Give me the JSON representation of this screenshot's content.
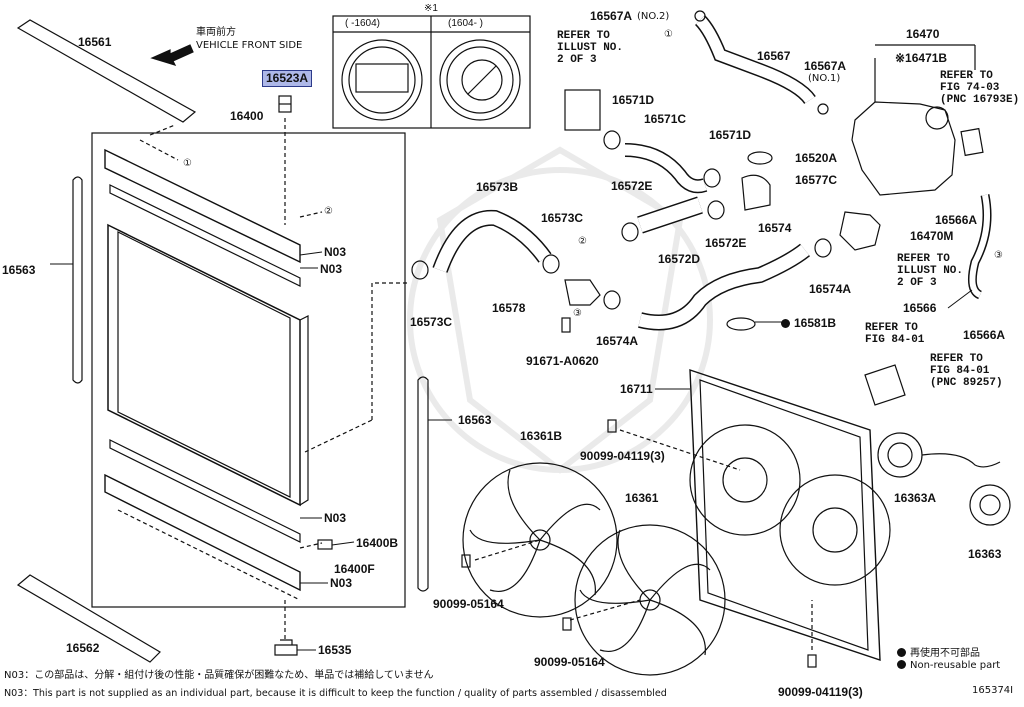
{
  "header": {
    "vehicle_front_jp": "車両前方",
    "vehicle_front_en": "VEHICLE FRONT SIDE",
    "inset_mark": "※1",
    "inset_col1": "( -1604)",
    "inset_col2": "(1604- )"
  },
  "parts": {
    "p16561": "16561",
    "p16523A": "16523A",
    "p16400": "16400",
    "p16563_left": "16563",
    "p16563_mid": "16563",
    "p16562": "16562",
    "p16535": "16535",
    "p16400B": "16400B",
    "p16400F": "16400F",
    "n03_1": "N03",
    "n03_2": "N03",
    "n03_3": "N03",
    "n03_4": "N03",
    "p16567A_no2": "16567A",
    "p16567A_no2_sub": "(NO.2)",
    "p16567": "16567",
    "p16567A_no1": "16567A",
    "p16567A_no1_sub": "(NO.1)",
    "p16470": "16470",
    "p16471B": "※16471B",
    "p16571D_a": "16571D",
    "p16571C": "16571C",
    "p16571D_b": "16571D",
    "p16520A": "16520A",
    "p16577C": "16577C",
    "p16573B": "16573B",
    "p16573C_a": "16573C",
    "p16572E_a": "16572E",
    "p16572E_b": "16572E",
    "p16572D": "16572D",
    "p16574": "16574",
    "p16566A_a": "16566A",
    "p16470M": "16470M",
    "p16573C_b": "16573C",
    "p16578": "16578",
    "p16574A_a": "16574A",
    "p16574A_b": "16574A",
    "p16581B": "16581B",
    "p16566": "16566",
    "p16566A_b": "16566A",
    "p91671": "91671-A0620",
    "p16711": "16711",
    "p16361B": "16361B",
    "p16361": "16361",
    "p90099_04119_a": "90099-04119(3)",
    "p90099_04119_b": "90099-04119(3)",
    "p90099_05164_a": "90099-05164",
    "p90099_05164_b": "90099-05164",
    "p16363A": "16363A",
    "p16363": "16363"
  },
  "refs": {
    "illust_top": "REFER TO\nILLUST NO.\n2 OF 3",
    "illust_mid": "REFER TO\nILLUST NO.\n2 OF 3",
    "fig74": "REFER TO\nFIG 74-03\n(PNC 16793E)",
    "fig84a": "REFER TO\nFIG 84-01",
    "fig84b": "REFER TO\nFIG 84-01\n(PNC 89257)"
  },
  "callouts": {
    "c1_left": "①",
    "c2_left": "②",
    "c1_right": "①",
    "c2_mid": "②",
    "c3_mid": "③",
    "c3_right": "③"
  },
  "legend": {
    "jp": "再使用不可部品",
    "en": "Non-reusable part"
  },
  "footer": {
    "note_jp": "N03：この部品は、分解・組付け後の性能・品質確保が困難なため、単品では補給していません",
    "note_en": "N03：This part is not supplied as an individual part, because it is difficult to keep the function / quality of parts assembled / disassembled",
    "diagram_id": "165374I"
  },
  "colors": {
    "highlight": "#aeb8e8",
    "line": "#111111"
  }
}
